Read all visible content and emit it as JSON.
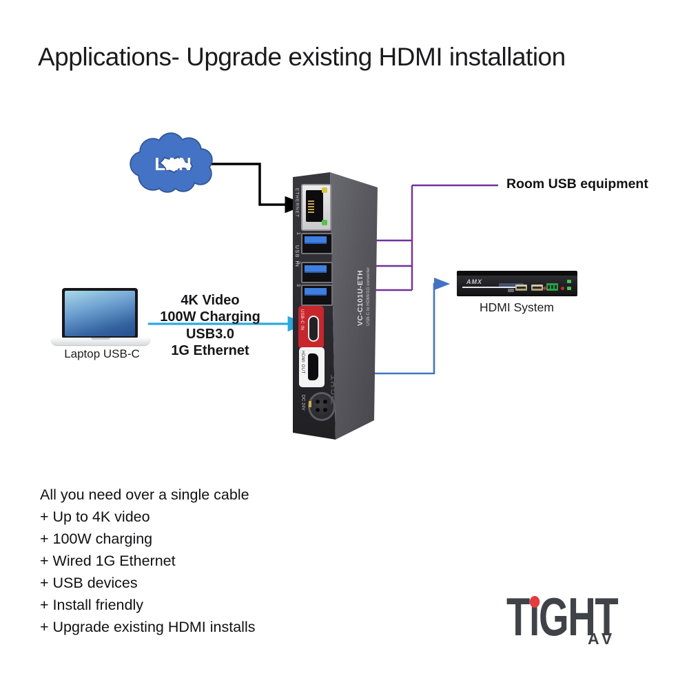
{
  "title": "Applications- Upgrade existing HDMI installation",
  "lan": {
    "label": "LAN"
  },
  "room_usb": {
    "label": "Room USB equipment"
  },
  "laptop": {
    "label": "Laptop USB-C"
  },
  "cable": {
    "features": [
      "4K Video",
      "100W Charging",
      "USB3.0",
      "1G Ethernet"
    ]
  },
  "converter": {
    "ethernet_label": "ETHERNET",
    "usb_in_label": "USB IN",
    "usb_ports": [
      "1",
      "2",
      "3"
    ],
    "usbc_label": "USB-C IN",
    "hdmi_label": "HDMI OUT",
    "dc_label": "DC 24V",
    "model": "VC-C101U-ETH",
    "model_sub": "USB-C to HDMI/1G converter",
    "front_logo": "TiGHT"
  },
  "hdmi_system": {
    "label": "HDMI System",
    "device_brand": "AMX"
  },
  "features": {
    "heading": "All you need over a single cable",
    "items": [
      "+ Up to 4K video",
      "+ 100W charging",
      "+ Wired 1G Ethernet",
      "+ USB devices",
      "+ Install friendly",
      "+ Upgrade existing HDMI installs"
    ]
  },
  "brand": {
    "t": "T",
    "i": "ı",
    "ght": "GHT",
    "sub": "AV"
  },
  "colors": {
    "cloud_fill": "#4472C4",
    "cloud_outline": "#2F5597",
    "purple_line": "#7030A0",
    "cyan_line": "#29ABE2",
    "blue_line": "#4472C4",
    "black_line": "#000000",
    "usbc_red": "#C9252C",
    "brand_gray": "#3F4347",
    "brand_red": "#E8393D"
  }
}
